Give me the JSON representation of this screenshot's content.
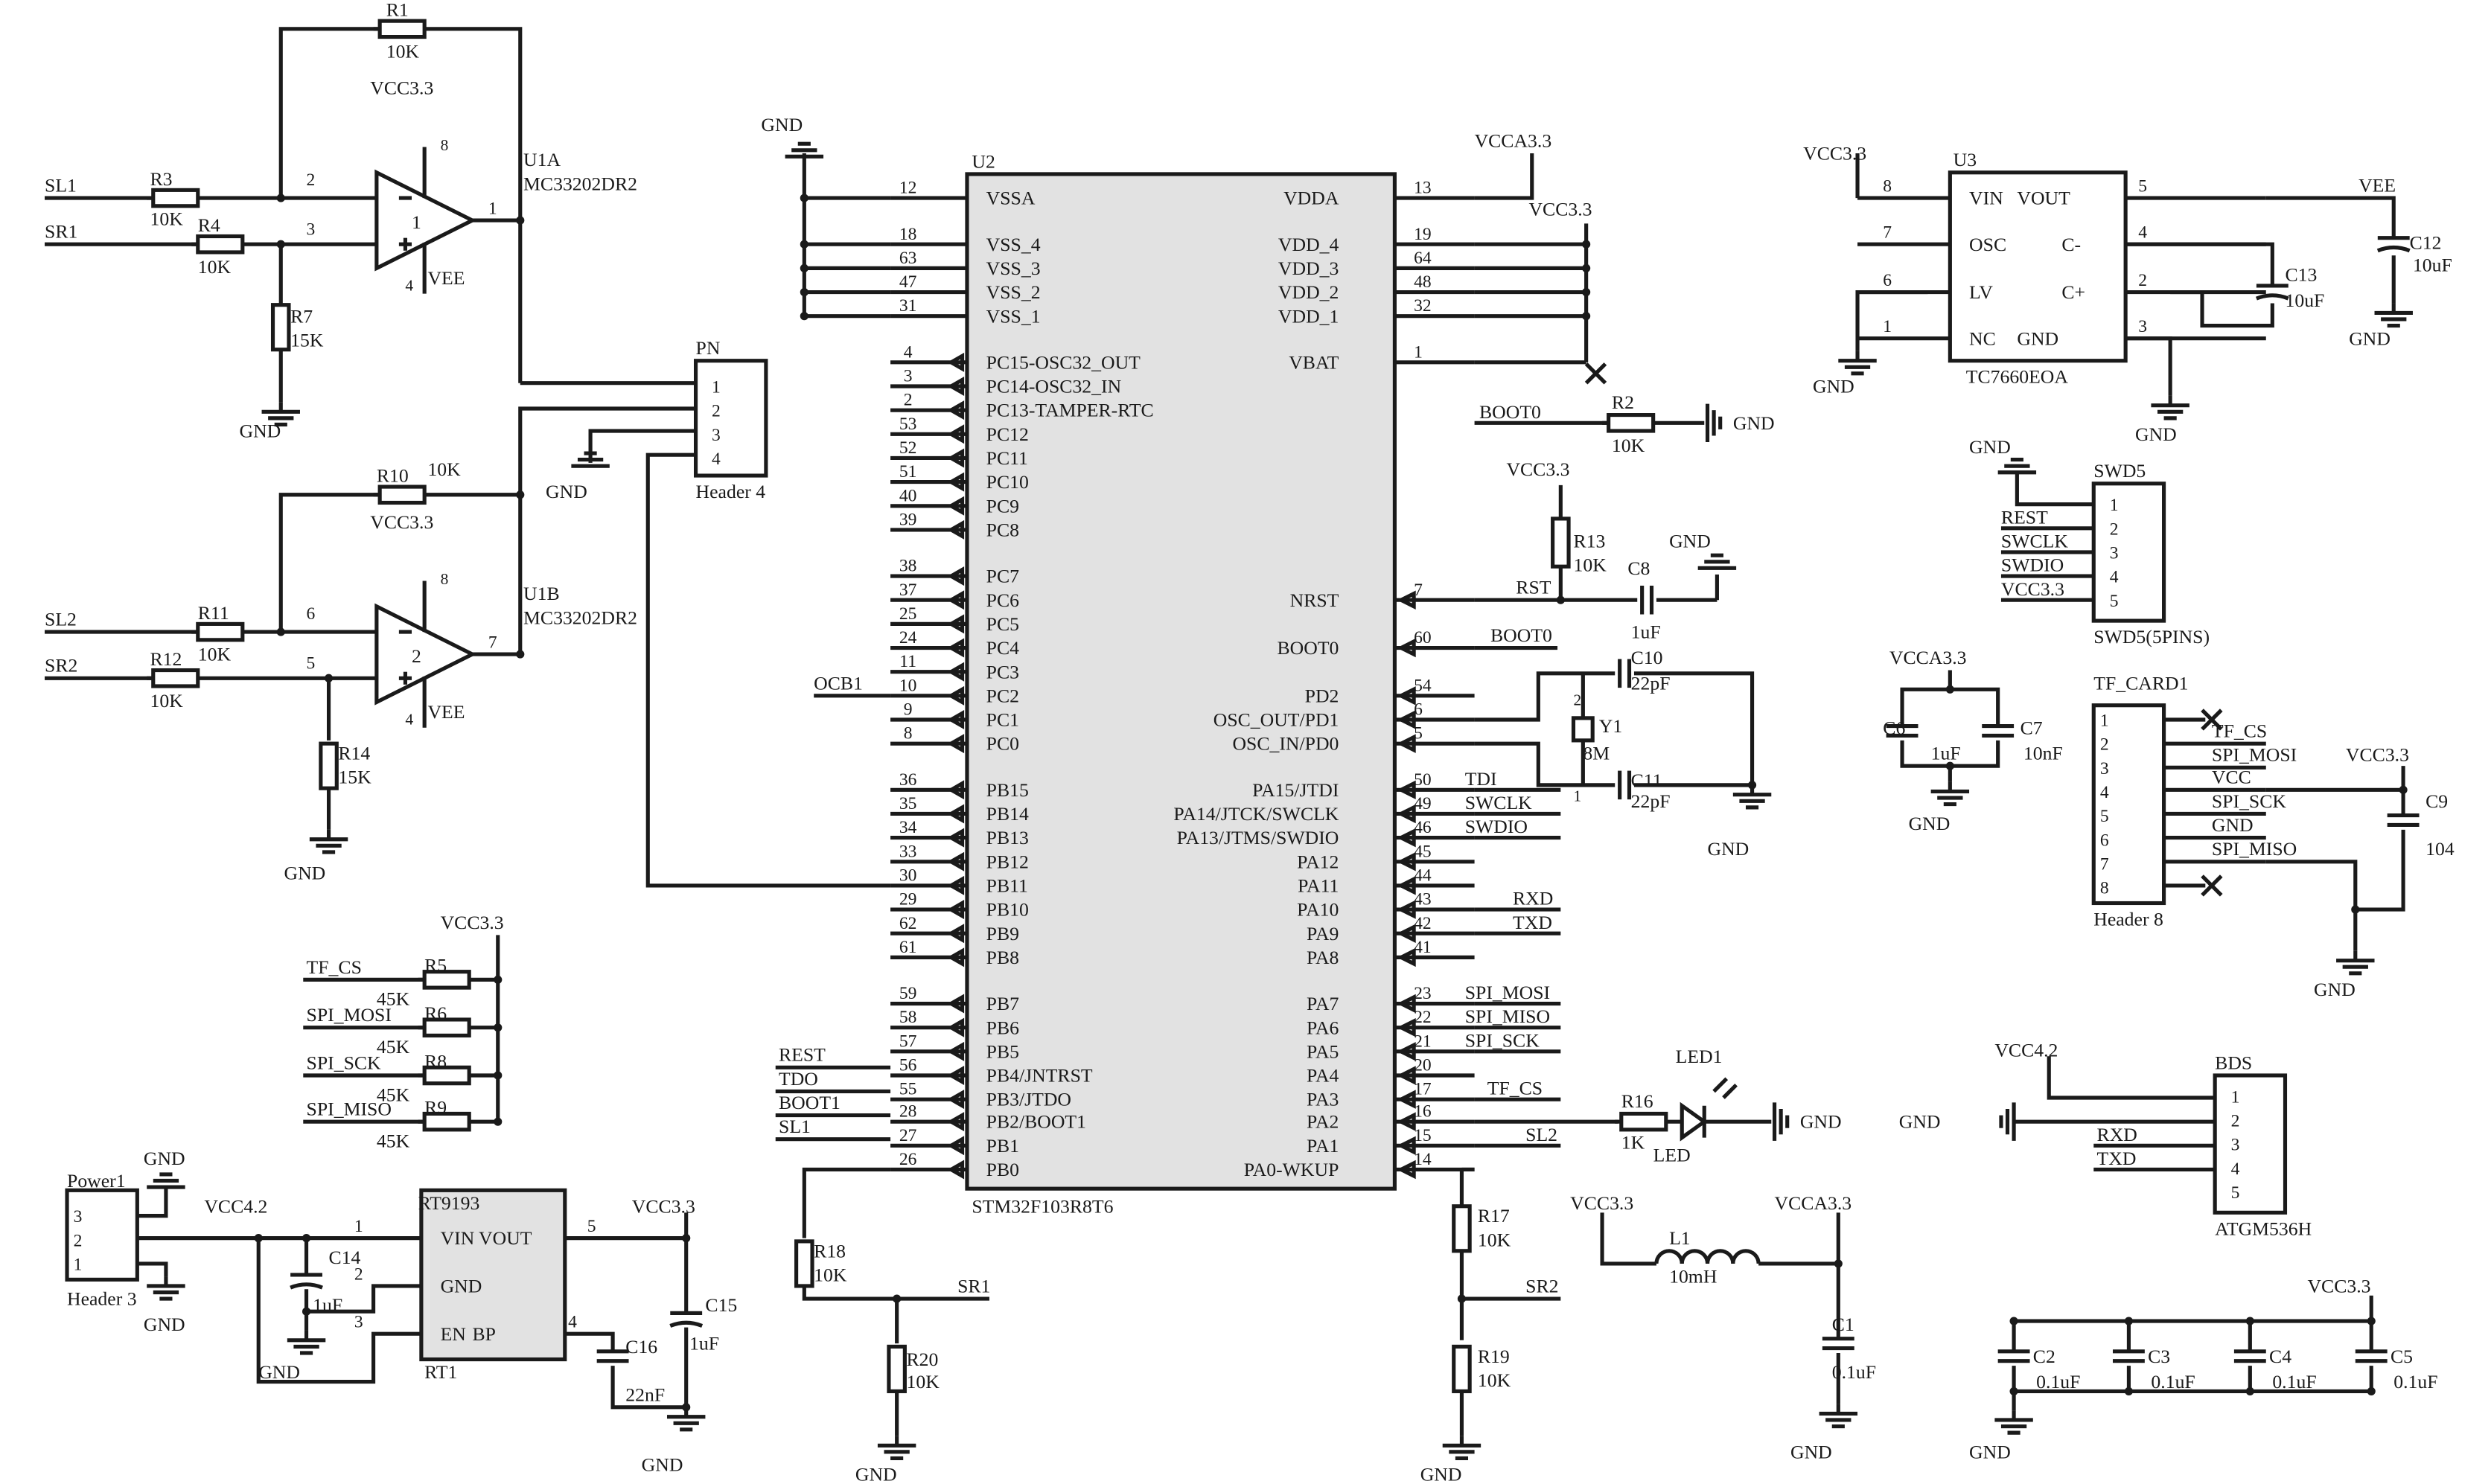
{
  "u2": {
    "ref": "U2",
    "part": "STM32F103R8T6",
    "left": [
      [
        "VSSA",
        "12"
      ],
      [
        "VSS_4",
        "18"
      ],
      [
        "VSS_3",
        "63"
      ],
      [
        "VSS_2",
        "47"
      ],
      [
        "VSS_1",
        "31"
      ],
      [
        "PC15-OSC32_OUT",
        "4"
      ],
      [
        "PC14-OSC32_IN",
        "3"
      ],
      [
        "PC13-TAMPER-RTC",
        "2"
      ],
      [
        "PC12",
        "53"
      ],
      [
        "PC11",
        "52"
      ],
      [
        "PC10",
        "51"
      ],
      [
        "PC9",
        "40"
      ],
      [
        "PC8",
        "39"
      ],
      [
        "PC7",
        "38"
      ],
      [
        "PC6",
        "37"
      ],
      [
        "PC5",
        "25"
      ],
      [
        "PC4",
        "24"
      ],
      [
        "PC3",
        "11"
      ],
      [
        "PC2",
        "10"
      ],
      [
        "PC1",
        "9"
      ],
      [
        "PC0",
        "8"
      ],
      [
        "PB15",
        "36"
      ],
      [
        "PB14",
        "35"
      ],
      [
        "PB13",
        "34"
      ],
      [
        "PB12",
        "33"
      ],
      [
        "PB11",
        "30"
      ],
      [
        "PB10",
        "29"
      ],
      [
        "PB9",
        "62"
      ],
      [
        "PB8",
        "61"
      ],
      [
        "PB7",
        "59"
      ],
      [
        "PB6",
        "58"
      ],
      [
        "PB5",
        "57"
      ],
      [
        "PB4/JNTRST",
        "56"
      ],
      [
        "PB3/JTDO",
        "55"
      ],
      [
        "PB2/BOOT1",
        "28"
      ],
      [
        "PB1",
        "27"
      ],
      [
        "PB0",
        "26"
      ]
    ],
    "right": [
      [
        "VDDA",
        "13"
      ],
      [
        "VDD_4",
        "19"
      ],
      [
        "VDD_3",
        "64"
      ],
      [
        "VDD_2",
        "48"
      ],
      [
        "VDD_1",
        "32"
      ],
      [
        "VBAT",
        "1"
      ],
      [
        "NRST",
        "7"
      ],
      [
        "BOOT0",
        "60"
      ],
      [
        "PD2",
        "54"
      ],
      [
        "OSC_OUT/PD1",
        "6"
      ],
      [
        "OSC_IN/PD0",
        "5"
      ],
      [
        "PA15/JTDI",
        "50"
      ],
      [
        "PA14/JTCK/SWCLK",
        "49"
      ],
      [
        "PA13/JTMS/SWDIO",
        "46"
      ],
      [
        "PA12",
        "45"
      ],
      [
        "PA11",
        "44"
      ],
      [
        "PA10",
        "43"
      ],
      [
        "PA9",
        "42"
      ],
      [
        "PA8",
        "41"
      ],
      [
        "PA7",
        "23"
      ],
      [
        "PA6",
        "22"
      ],
      [
        "PA5",
        "21"
      ],
      [
        "PA4",
        "20"
      ],
      [
        "PA3",
        "17"
      ],
      [
        "PA2",
        "16"
      ],
      [
        "PA1",
        "15"
      ],
      [
        "PA0-WKUP",
        "14"
      ]
    ]
  },
  "nets": {
    "u2_left": [
      "OCB1",
      "REST",
      "TDO",
      "BOOT1",
      "SL1"
    ],
    "u2_right": [
      "TDI",
      "SWCLK",
      "SWDIO",
      "RXD",
      "TXD",
      "SPI_MOSI",
      "SPI_MISO",
      "SPI_SCK",
      "TF_CS",
      "SL2",
      "RST",
      "BOOT0"
    ]
  },
  "opamp": {
    "u1a": {
      "ref": "U1A",
      "part": "MC33202DR2",
      "unit": "1",
      "pins": [
        "2",
        "3",
        "1",
        "8",
        "4"
      ]
    },
    "u1b": {
      "ref": "U1B",
      "part": "MC33202DR2",
      "unit": "2",
      "pins": [
        "6",
        "5",
        "7",
        "8",
        "4"
      ]
    },
    "inputs": [
      "SL1",
      "SR1",
      "SL2",
      "SR2"
    ],
    "r1": [
      "R1",
      "10K"
    ],
    "r3": [
      "R3",
      "10K"
    ],
    "r4": [
      "R4",
      "10K"
    ],
    "r7": [
      "R7",
      "15K"
    ],
    "r10": [
      "R10",
      "10K"
    ],
    "r11": [
      "R11",
      "10K"
    ],
    "r12": [
      "R12",
      "10K"
    ],
    "r14": [
      "R14",
      "15K"
    ]
  },
  "pn": {
    "ref": "PN",
    "part": "Header 4",
    "pins": [
      "1",
      "2",
      "3",
      "4"
    ]
  },
  "u3": {
    "ref": "U3",
    "part": "TC7660EOA",
    "pins": [
      "VIN",
      "VOUT",
      "OSC",
      "C-",
      "LV",
      "C+",
      "NC",
      "GND"
    ],
    "pin_numbers": [
      "8",
      "5",
      "7",
      "4",
      "6",
      "2",
      "1",
      "3"
    ]
  },
  "swd": {
    "ref": "SWD5",
    "part": "SWD5(5PINS)",
    "nets": [
      "REST",
      "SWCLK",
      "SWDIO",
      "VCC3.3"
    ],
    "pins": [
      "1",
      "2",
      "3",
      "4",
      "5"
    ]
  },
  "tf": {
    "ref": "TF_CARD1",
    "part": "Header 8",
    "nets": [
      "TF_CS",
      "SPI_MOSI",
      "VCC",
      "SPI_SCK",
      "GND",
      "SPI_MISO"
    ],
    "pins": [
      "1",
      "2",
      "3",
      "4",
      "5",
      "6",
      "7",
      "8"
    ]
  },
  "bds": {
    "ref": "BDS",
    "part": "ATGM536H",
    "nets": [
      "RXD",
      "TXD"
    ],
    "pins": [
      "1",
      "2",
      "3",
      "4",
      "5"
    ]
  },
  "power": {
    "ref": "Power1",
    "part": "Header 3",
    "pins": [
      "3",
      "2",
      "1"
    ]
  },
  "rt": {
    "ref": "RT9193",
    "sub": "RT1",
    "pins": [
      "VIN",
      "VOUT",
      "GND",
      "EN",
      "BP"
    ],
    "pin_numbers": [
      "1",
      "5",
      "2",
      "3",
      "4"
    ]
  },
  "pullups": {
    "nets": [
      "TF_CS",
      "SPI_MOSI",
      "SPI_SCK",
      "SPI_MISO"
    ],
    "refs": [
      "R5",
      "R6",
      "R8",
      "R9"
    ],
    "value": "45K"
  },
  "rails": {
    "vcc33": "VCC3.3",
    "vcca33": "VCCA3.3",
    "vcc42": "VCC4.2",
    "vee": "VEE",
    "gnd": "GND",
    "vcc": "VCC"
  },
  "parts": {
    "r2": [
      "R2",
      "10K"
    ],
    "r13": [
      "R13",
      "10K"
    ],
    "c8": [
      "C8",
      "1uF"
    ],
    "c10": [
      "C10",
      "22pF"
    ],
    "c11": [
      "C11",
      "22pF"
    ],
    "y1": [
      "Y1",
      "8M"
    ],
    "c12": [
      "C12",
      "10uF"
    ],
    "c13": [
      "C13",
      "10uF"
    ],
    "c6": [
      "C6",
      "1uF"
    ],
    "c7": [
      "C7",
      "10nF"
    ],
    "c9": [
      "C9",
      "104"
    ],
    "r16": [
      "R16",
      "1K"
    ],
    "led1": [
      "LED1",
      "LED"
    ],
    "r17": [
      "R17",
      "10K"
    ],
    "r19": [
      "R19",
      "10K"
    ],
    "r18": [
      "R18",
      "10K"
    ],
    "r20": [
      "R20",
      "10K"
    ],
    "sr_nets": [
      "SR1",
      "SR2"
    ],
    "l1": [
      "L1",
      "10mH"
    ],
    "c1": [
      "C1",
      "0.1uF"
    ],
    "c2": [
      "C2",
      "0.1uF"
    ],
    "c3": [
      "C3",
      "0.1uF"
    ],
    "c4": [
      "C4",
      "0.1uF"
    ],
    "c5": [
      "C5",
      "0.1uF"
    ],
    "c14": [
      "C14",
      "1uF"
    ],
    "c15": [
      "C15",
      "1uF"
    ],
    "c16": [
      "C16",
      "22nF"
    ]
  },
  "pin_text": {
    "crystal": [
      "2",
      "1"
    ],
    "vee_pin": "4",
    "vcc_pin": "8"
  }
}
